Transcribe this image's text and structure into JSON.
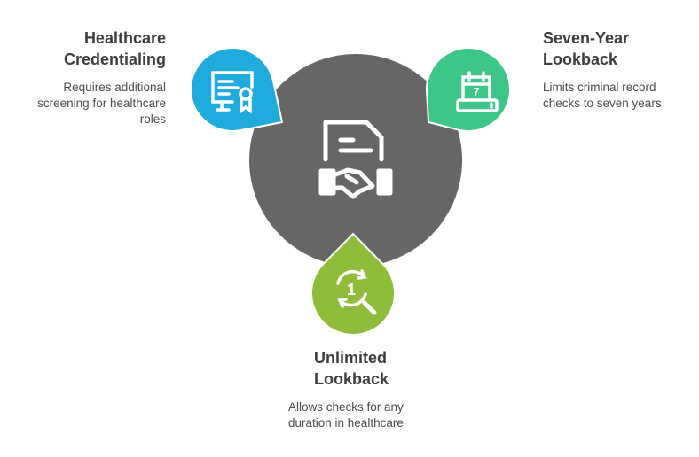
{
  "center": {
    "icon": "document-handshake-icon",
    "color": "#666666"
  },
  "items": [
    {
      "title_line1": "Healthcare",
      "title_line2": "Credentialing",
      "desc_line1": "Requires additional",
      "desc_line2": "screening for healthcare",
      "desc_line3": "roles",
      "icon": "monitor-certificate-icon",
      "color": "#1fabdc"
    },
    {
      "title_line1": "Seven-Year",
      "title_line2": "Lookback",
      "desc_line1": "Limits criminal record",
      "desc_line2": "checks to seven years",
      "icon": "calendar-7-icon",
      "icon_text": "7",
      "color": "#3ec588"
    },
    {
      "title_line1": "Unlimited",
      "title_line2": "Lookback",
      "desc_line1": "Allows checks for any",
      "desc_line2": "duration in healthcare",
      "icon": "search-history-icon",
      "icon_text": "1",
      "color": "#8fbc3b"
    }
  ]
}
